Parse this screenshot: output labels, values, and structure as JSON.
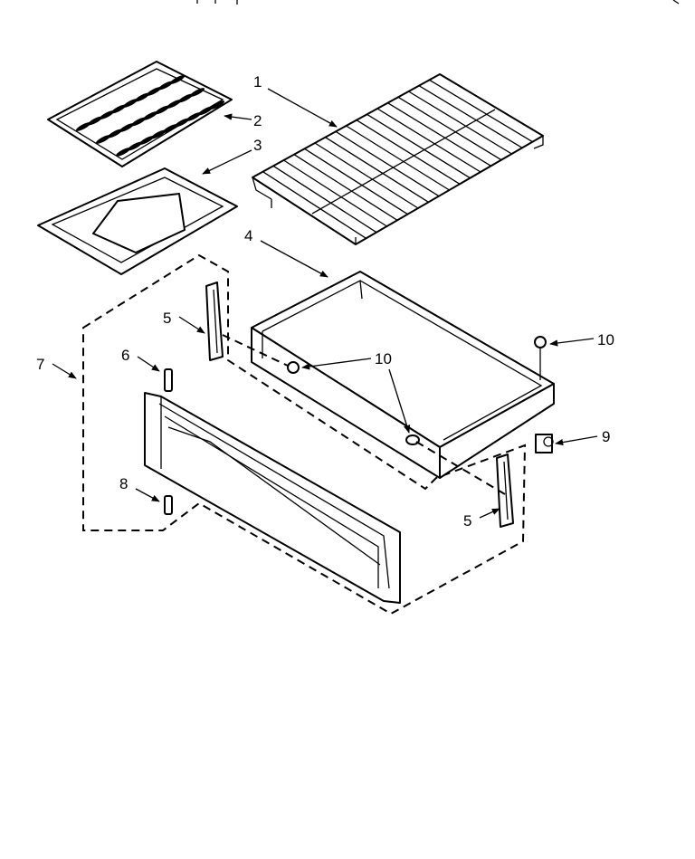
{
  "diagram": {
    "callouts": [
      {
        "id": "c1",
        "label": "1"
      },
      {
        "id": "c2",
        "label": "2"
      },
      {
        "id": "c3",
        "label": "3"
      },
      {
        "id": "c4",
        "label": "4"
      },
      {
        "id": "c5a",
        "label": "5"
      },
      {
        "id": "c5b",
        "label": "5"
      },
      {
        "id": "c6",
        "label": "6"
      },
      {
        "id": "c7",
        "label": "7"
      },
      {
        "id": "c8",
        "label": "8"
      },
      {
        "id": "c9",
        "label": "9"
      },
      {
        "id": "c10a",
        "label": "10"
      },
      {
        "id": "c10b",
        "label": "10"
      }
    ]
  }
}
